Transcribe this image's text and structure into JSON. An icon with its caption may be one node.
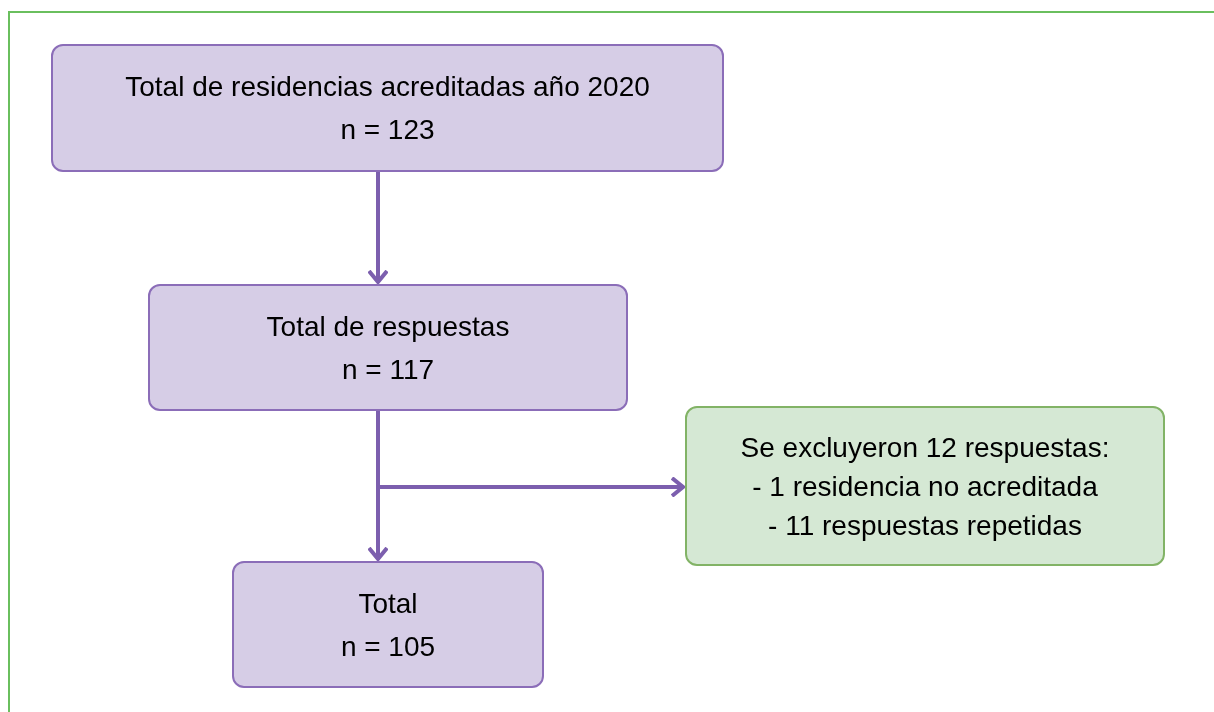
{
  "diagram": {
    "nodes": [
      {
        "text": [
          "Total de residencias acreditadas año 2020",
          "n = 123"
        ]
      },
      {
        "text": [
          "Total de respuestas",
          "n = 117"
        ]
      },
      {
        "text": [
          "Se excluyeron 12 respuestas:",
          "- 1 residencia no acreditada",
          "- 11 respuestas repetidas"
        ]
      },
      {
        "text": [
          "Total",
          "n = 105"
        ]
      }
    ],
    "edges": [
      {
        "from": 0,
        "to": 1,
        "arrow": "to"
      },
      {
        "from": 1,
        "to": 3,
        "arrow": "to"
      },
      {
        "from": 1,
        "to": 2,
        "arrow": "to"
      }
    ]
  }
}
